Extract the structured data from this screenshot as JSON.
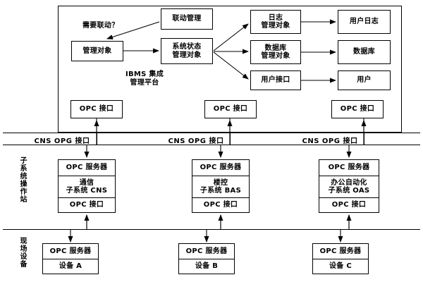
{
  "diagram": {
    "title_block": "IBMS 集成\n管理平台",
    "condition_label": "需要联动？",
    "ibms": {
      "linkage_mgmt": "联动管理",
      "managed_object": "管理对象",
      "system_state_object": "系统状态\n管理对象",
      "log_object": "日志\n管理对象",
      "database_object": "数据库\n管理对象",
      "user_interface": "用户接口",
      "user_log": "用户日志",
      "database": "数据库",
      "user": "用户",
      "opc_interface_left": "OPC 接口",
      "opc_interface_mid": "OPC 接口",
      "opc_interface_right": "OPC 接口"
    },
    "bands": {
      "cns_opg_left": "CNS  OPG 接口",
      "cns_opg_mid": "CNS  OPG 接口",
      "cns_opg_right": "CNS  OPG 接口",
      "subsystem_station_label": "子系统操作站",
      "field_device_label": "现场设备"
    },
    "subsystems": [
      {
        "server": "OPC 服务器",
        "name": "通信\n子系统 CNS",
        "interface": "OPC 接口"
      },
      {
        "server": "OPC 服务器",
        "name": "楼控\n子系统 BAS",
        "interface": "OPC 接口"
      },
      {
        "server": "OPC 服务器",
        "name": "办公自动化\n子系统 OAS",
        "interface": "OPC 接口"
      }
    ],
    "devices": [
      {
        "server": "OPC 服务器",
        "name": "设备 A"
      },
      {
        "server": "OPC 服务器",
        "name": "设备 B"
      },
      {
        "server": "OPC 服务器",
        "name": "设备 C"
      }
    ],
    "colors": {
      "line": "#000000",
      "background": "#ffffff",
      "box_fill": "#ffffff"
    }
  }
}
